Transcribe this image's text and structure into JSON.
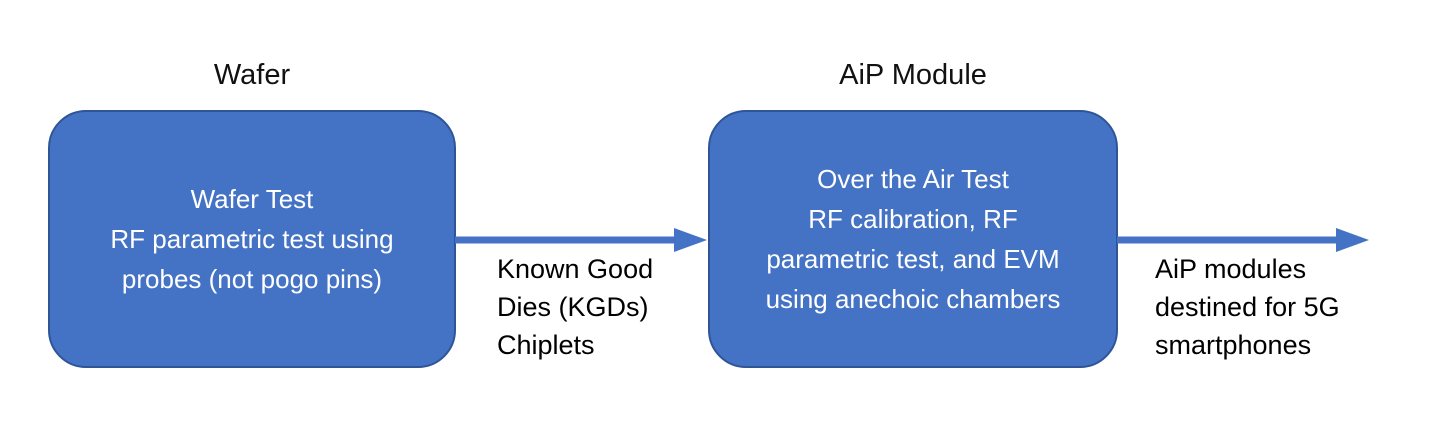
{
  "diagram": {
    "colors": {
      "box_fill": "#4472C4",
      "box_border": "#2F5597",
      "arrow": "#4472C4",
      "box_text": "#FFFFFF",
      "label_text": "#000000"
    },
    "nodes": [
      {
        "title": "Wafer",
        "lines": [
          "Wafer Test",
          "RF parametric test using",
          "probes (not pogo pins)"
        ]
      },
      {
        "title": "AiP Module",
        "lines": [
          "Over the Air Test",
          "RF calibration, RF",
          "parametric test, and EVM",
          "using anechoic chambers"
        ]
      }
    ],
    "arrows": [
      {
        "label_lines": [
          "Known Good",
          "Dies (KGDs)",
          "Chiplets"
        ]
      },
      {
        "label_lines": [
          "AiP modules",
          "destined for 5G",
          "smartphones"
        ]
      }
    ]
  }
}
